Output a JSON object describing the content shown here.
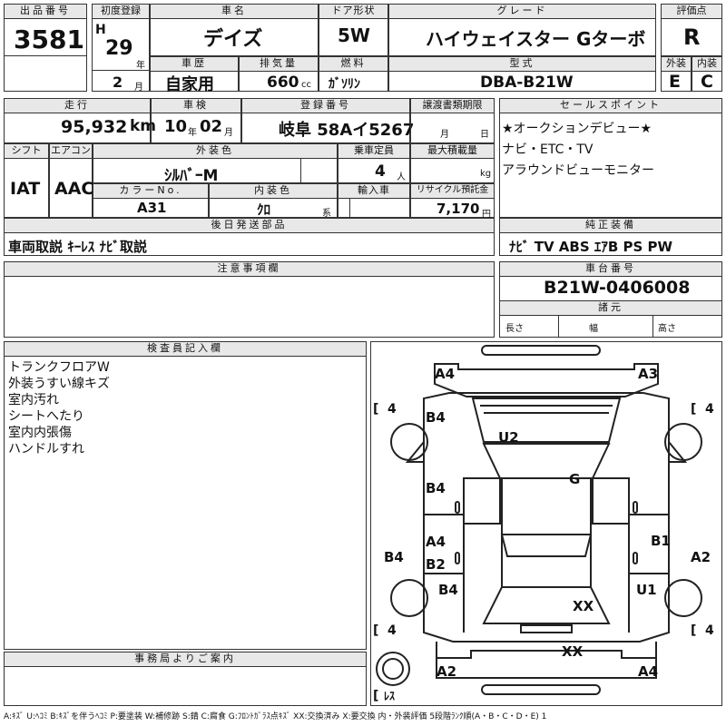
{
  "sheet": {
    "lot": {
      "label": "出品番号",
      "value": "3581"
    },
    "first_reg": {
      "label": "初度登録",
      "era": "H",
      "year": "29",
      "year_unit": "年",
      "month": "2",
      "month_unit": "月"
    },
    "car_name": {
      "label": "車名",
      "value": "デイズ"
    },
    "door": {
      "label": "ドア形状",
      "value": "5W"
    },
    "grade": {
      "label": "グレード",
      "value": "ハイウェイスター Gターボ"
    },
    "score": {
      "label": "評価点",
      "value": "R"
    },
    "history": {
      "label": "車歴",
      "value": "自家用"
    },
    "displacement": {
      "label": "排気量",
      "value": "660",
      "unit": "cc"
    },
    "fuel": {
      "label": "燃料",
      "value": "ｶﾞｿﾘﾝ"
    },
    "model": {
      "label": "型式",
      "value": "DBA-B21W"
    },
    "exterior_score": {
      "label": "外装",
      "value": "E"
    },
    "interior_score": {
      "label": "内装",
      "value": "C"
    },
    "mileage": {
      "label": "走行",
      "value": "95,932",
      "unit": "km"
    },
    "inspection": {
      "label": "車検",
      "year": "10",
      "year_unit": "年",
      "month": "02",
      "month_unit": "月"
    },
    "plate": {
      "label": "登録番号",
      "value": "岐阜 58Aイ5267"
    },
    "transfer": {
      "label": "譲渡書類期限",
      "month_unit": "月",
      "day_unit": "日"
    },
    "sales_point": {
      "label": "セールスポイント",
      "lines": [
        "★オークションデビュー★",
        "ナビ・ETC・TV",
        "アラウンドビューモニター"
      ]
    },
    "shift": {
      "label": "シフト",
      "value": "IAT"
    },
    "aircon": {
      "label": "エアコン",
      "value": "AAC"
    },
    "ext_color": {
      "label": "外装色",
      "value": "ｼﾙﾊﾞｰM"
    },
    "capacity": {
      "label": "乗車定員",
      "value": "4",
      "unit": "人"
    },
    "max_load": {
      "label": "最大積載量",
      "unit": "kg"
    },
    "color_no": {
      "label": "カラーNo.",
      "value": "A31"
    },
    "int_color": {
      "label": "内装色",
      "value": "ｸﾛ",
      "unit": "系"
    },
    "import": {
      "label": "輸入車"
    },
    "recycle": {
      "label": "リサイクル預託金",
      "value": "7,170",
      "unit": "円"
    },
    "parts": {
      "label": "後日発送部品",
      "value": "車両取説 ｷｰﾚｽ ﾅﾋﾞ取説"
    },
    "equipment": {
      "label": "純正装備",
      "value": "ﾅﾋﾞ TV ABS ｴｱB PS PW"
    },
    "notes": {
      "label": "注意事項欄"
    },
    "chassis": {
      "label": "車台番号",
      "value": "B21W-0406008"
    },
    "specs": {
      "label": "諸元",
      "length": "長さ",
      "width": "幅",
      "height": "高さ"
    },
    "inspector": {
      "label": "検査員記入欄",
      "lines": [
        "トランクフロアW",
        "外装うすい線キズ",
        "室内汚れ",
        "シートへたり",
        "室内内張傷",
        "ハンドルすれ"
      ]
    },
    "office": {
      "label": "事務局よりご案内"
    },
    "legend": "A:ｷｽﾞ U:ﾍｺﾐ B:ｷｽﾞを伴うﾍｺﾐ P:要塗装 W:補修跡 S:錆 C:腐食 G:ﾌﾛﾝﾄｶﾞﾗｽ点ｷｽﾞ XX:交換済み X:要交換 内・外装評価 5段階ﾗﾝｸ順(A・B・C・D・E) 1"
  },
  "diagram": {
    "tires": [
      "4",
      "4",
      "4",
      "4"
    ],
    "spare": "ﾚｽ",
    "marks": {
      "front_left": "A4",
      "front_right": "A3",
      "hood": "U2",
      "fender_left": "B4",
      "windshield": "G",
      "door_front_left": "B4",
      "door_rear_left_a": "A4",
      "door_rear_left_b": "B2",
      "sill_left": "B4",
      "door_rear_left_c": "B4",
      "door_front_right": "B1",
      "sill_right": "A2",
      "door_rear_right": "U1",
      "roof_rear": "XX",
      "tailgate": "XX",
      "rear_left": "A2",
      "rear_right": "A4"
    }
  }
}
